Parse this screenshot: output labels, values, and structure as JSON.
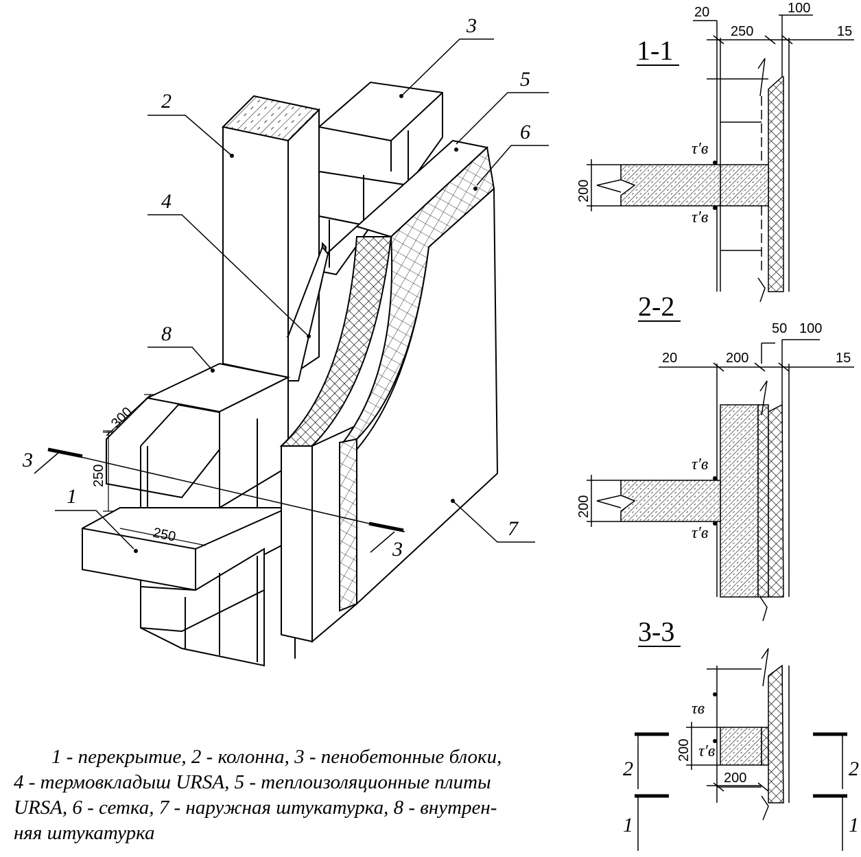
{
  "labels": {
    "n1": "1",
    "n2": "2",
    "n3": "3",
    "n4": "4",
    "n5": "5",
    "n6": "6",
    "n7": "7",
    "n8": "8",
    "cut3a": "3",
    "cut3b": "3"
  },
  "dims_main": {
    "d300": "300",
    "d250v": "250",
    "d250h": "250"
  },
  "sections": {
    "s11": {
      "title": "1-1",
      "d20": "20",
      "d250": "250",
      "d100": "100",
      "d15": "15",
      "d200": "200"
    },
    "s22": {
      "title": "2-2",
      "d20": "20",
      "d200": "200",
      "d50": "50",
      "d100": "100",
      "d15": "15",
      "d200v": "200"
    },
    "s33": {
      "title": "3-3",
      "d200v": "200",
      "d200h": "200",
      "cut2l": "2",
      "cut2r": "2",
      "cut1l": "1",
      "cut1r": "1"
    }
  },
  "tau": "τ′в",
  "tau_plain": "τв",
  "caption": [
    "1 - перекрытие, 2 - колонна, 3 - пенобетонные блоки,",
    "4 - термовкладыш URSA, 5 - теплоизоляционные плиты",
    "URSA, 6 - сетка, 7 - наружная штукатурка, 8 - внутрен-",
    "няя штукатурка"
  ]
}
